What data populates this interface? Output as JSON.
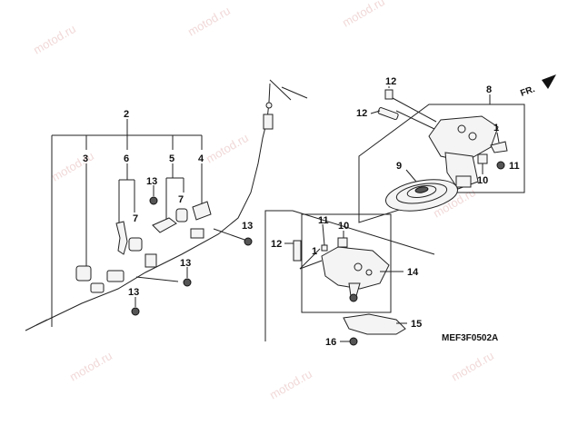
{
  "figure": {
    "code": "MEF3F0502A",
    "front_marker": "FR.",
    "watermark": "motod.ru"
  },
  "callouts": {
    "c1a": "1",
    "c1b": "1",
    "c2": "2",
    "c3": "3",
    "c4": "4",
    "c5": "5",
    "c6": "6",
    "c7a": "7",
    "c7b": "7",
    "c8": "8",
    "c9": "9",
    "c10a": "10",
    "c10b": "10",
    "c11a": "11",
    "c11b": "11",
    "c12a": "12",
    "c12b": "12",
    "c12c": "12",
    "c13a": "13",
    "c13b": "13",
    "c13c": "13",
    "c13d": "13",
    "c14": "14",
    "c15": "15",
    "c16": "16"
  }
}
